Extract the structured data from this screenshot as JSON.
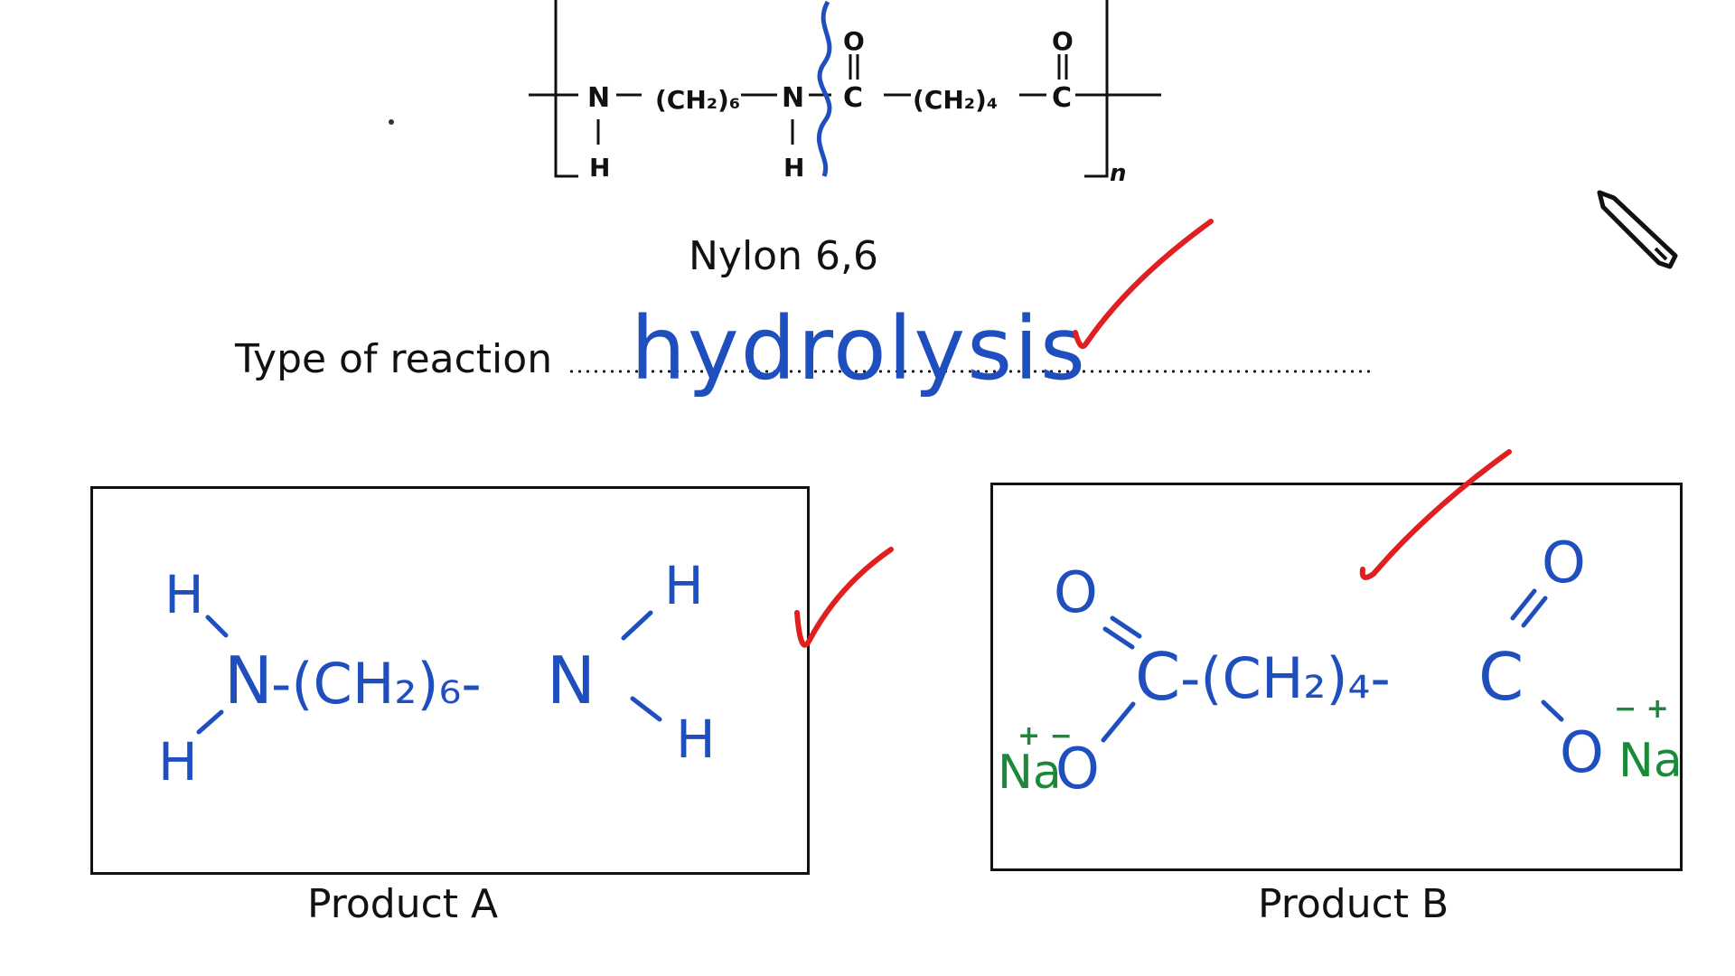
{
  "polymer": {
    "name": "Nylon 6,6",
    "atoms": {
      "n1": "N",
      "h1": "H",
      "ch2_6": "(CH₂)₆",
      "n2": "N",
      "h2": "H",
      "o1": "O",
      "c1": "C",
      "ch2_4": "(CH₂)₄",
      "o2": "O",
      "c2": "C",
      "repeat": "n"
    }
  },
  "reaction": {
    "label": "Type of reaction",
    "answer": "hydrolysis"
  },
  "product_a": {
    "caption": "Product A",
    "formula": {
      "h_top_left": "H",
      "h_bottom_left": "H",
      "n_left": "N",
      "chain": "-(CH₂)₆-",
      "n_right": "N",
      "h_top_right": "H",
      "h_bottom_right": "H"
    }
  },
  "product_b": {
    "caption": "Product B",
    "formula": {
      "o_top_left": "O",
      "c_left": "C",
      "chain": "-(CH₂)₄-",
      "c_right": "C",
      "o_top_right": "O",
      "o_bottom_left": "O",
      "o_bottom_right": "O",
      "na_left": "Na",
      "charge_left": "+ −",
      "na_right": "Na",
      "charge_right": "− +"
    }
  },
  "colors": {
    "ink_blue": "#1f4fbf",
    "tick_red": "#e02020",
    "sodium_green": "#1a8a3a",
    "printed_black": "#111111"
  },
  "icons": [
    "pen-cursor-icon",
    "check-mark-icon"
  ]
}
